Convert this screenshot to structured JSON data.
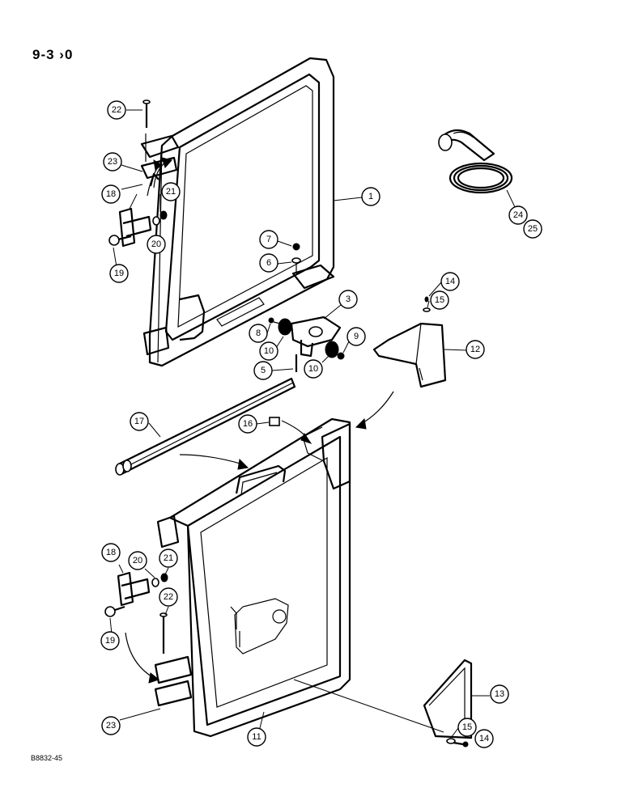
{
  "page_number": "9-3 ›0",
  "figure_code": "B8832-45",
  "callouts": [
    {
      "id": "c1",
      "label": "1"
    },
    {
      "id": "c3",
      "label": "3"
    },
    {
      "id": "c5",
      "label": "5"
    },
    {
      "id": "c6",
      "label": "6"
    },
    {
      "id": "c7",
      "label": "7"
    },
    {
      "id": "c8",
      "label": "8"
    },
    {
      "id": "c9",
      "label": "9"
    },
    {
      "id": "c10a",
      "label": "10"
    },
    {
      "id": "c10b",
      "label": "10"
    },
    {
      "id": "c11",
      "label": "11"
    },
    {
      "id": "c12",
      "label": "12"
    },
    {
      "id": "c13",
      "label": "13"
    },
    {
      "id": "c14a",
      "label": "14"
    },
    {
      "id": "c14b",
      "label": "14"
    },
    {
      "id": "c15a",
      "label": "15"
    },
    {
      "id": "c15b",
      "label": "15"
    },
    {
      "id": "c16",
      "label": "16"
    },
    {
      "id": "c17",
      "label": "17"
    },
    {
      "id": "c18a",
      "label": "18"
    },
    {
      "id": "c18b",
      "label": "18"
    },
    {
      "id": "c19a",
      "label": "19"
    },
    {
      "id": "c19b",
      "label": "19"
    },
    {
      "id": "c20a",
      "label": "20"
    },
    {
      "id": "c20b",
      "label": "20"
    },
    {
      "id": "c21a",
      "label": "21"
    },
    {
      "id": "c21b",
      "label": "21"
    },
    {
      "id": "c22a",
      "label": "22"
    },
    {
      "id": "c22b",
      "label": "22"
    },
    {
      "id": "c23a",
      "label": "23"
    },
    {
      "id": "c23b",
      "label": "23"
    },
    {
      "id": "c24",
      "label": "24"
    },
    {
      "id": "c25",
      "label": "25"
    }
  ]
}
